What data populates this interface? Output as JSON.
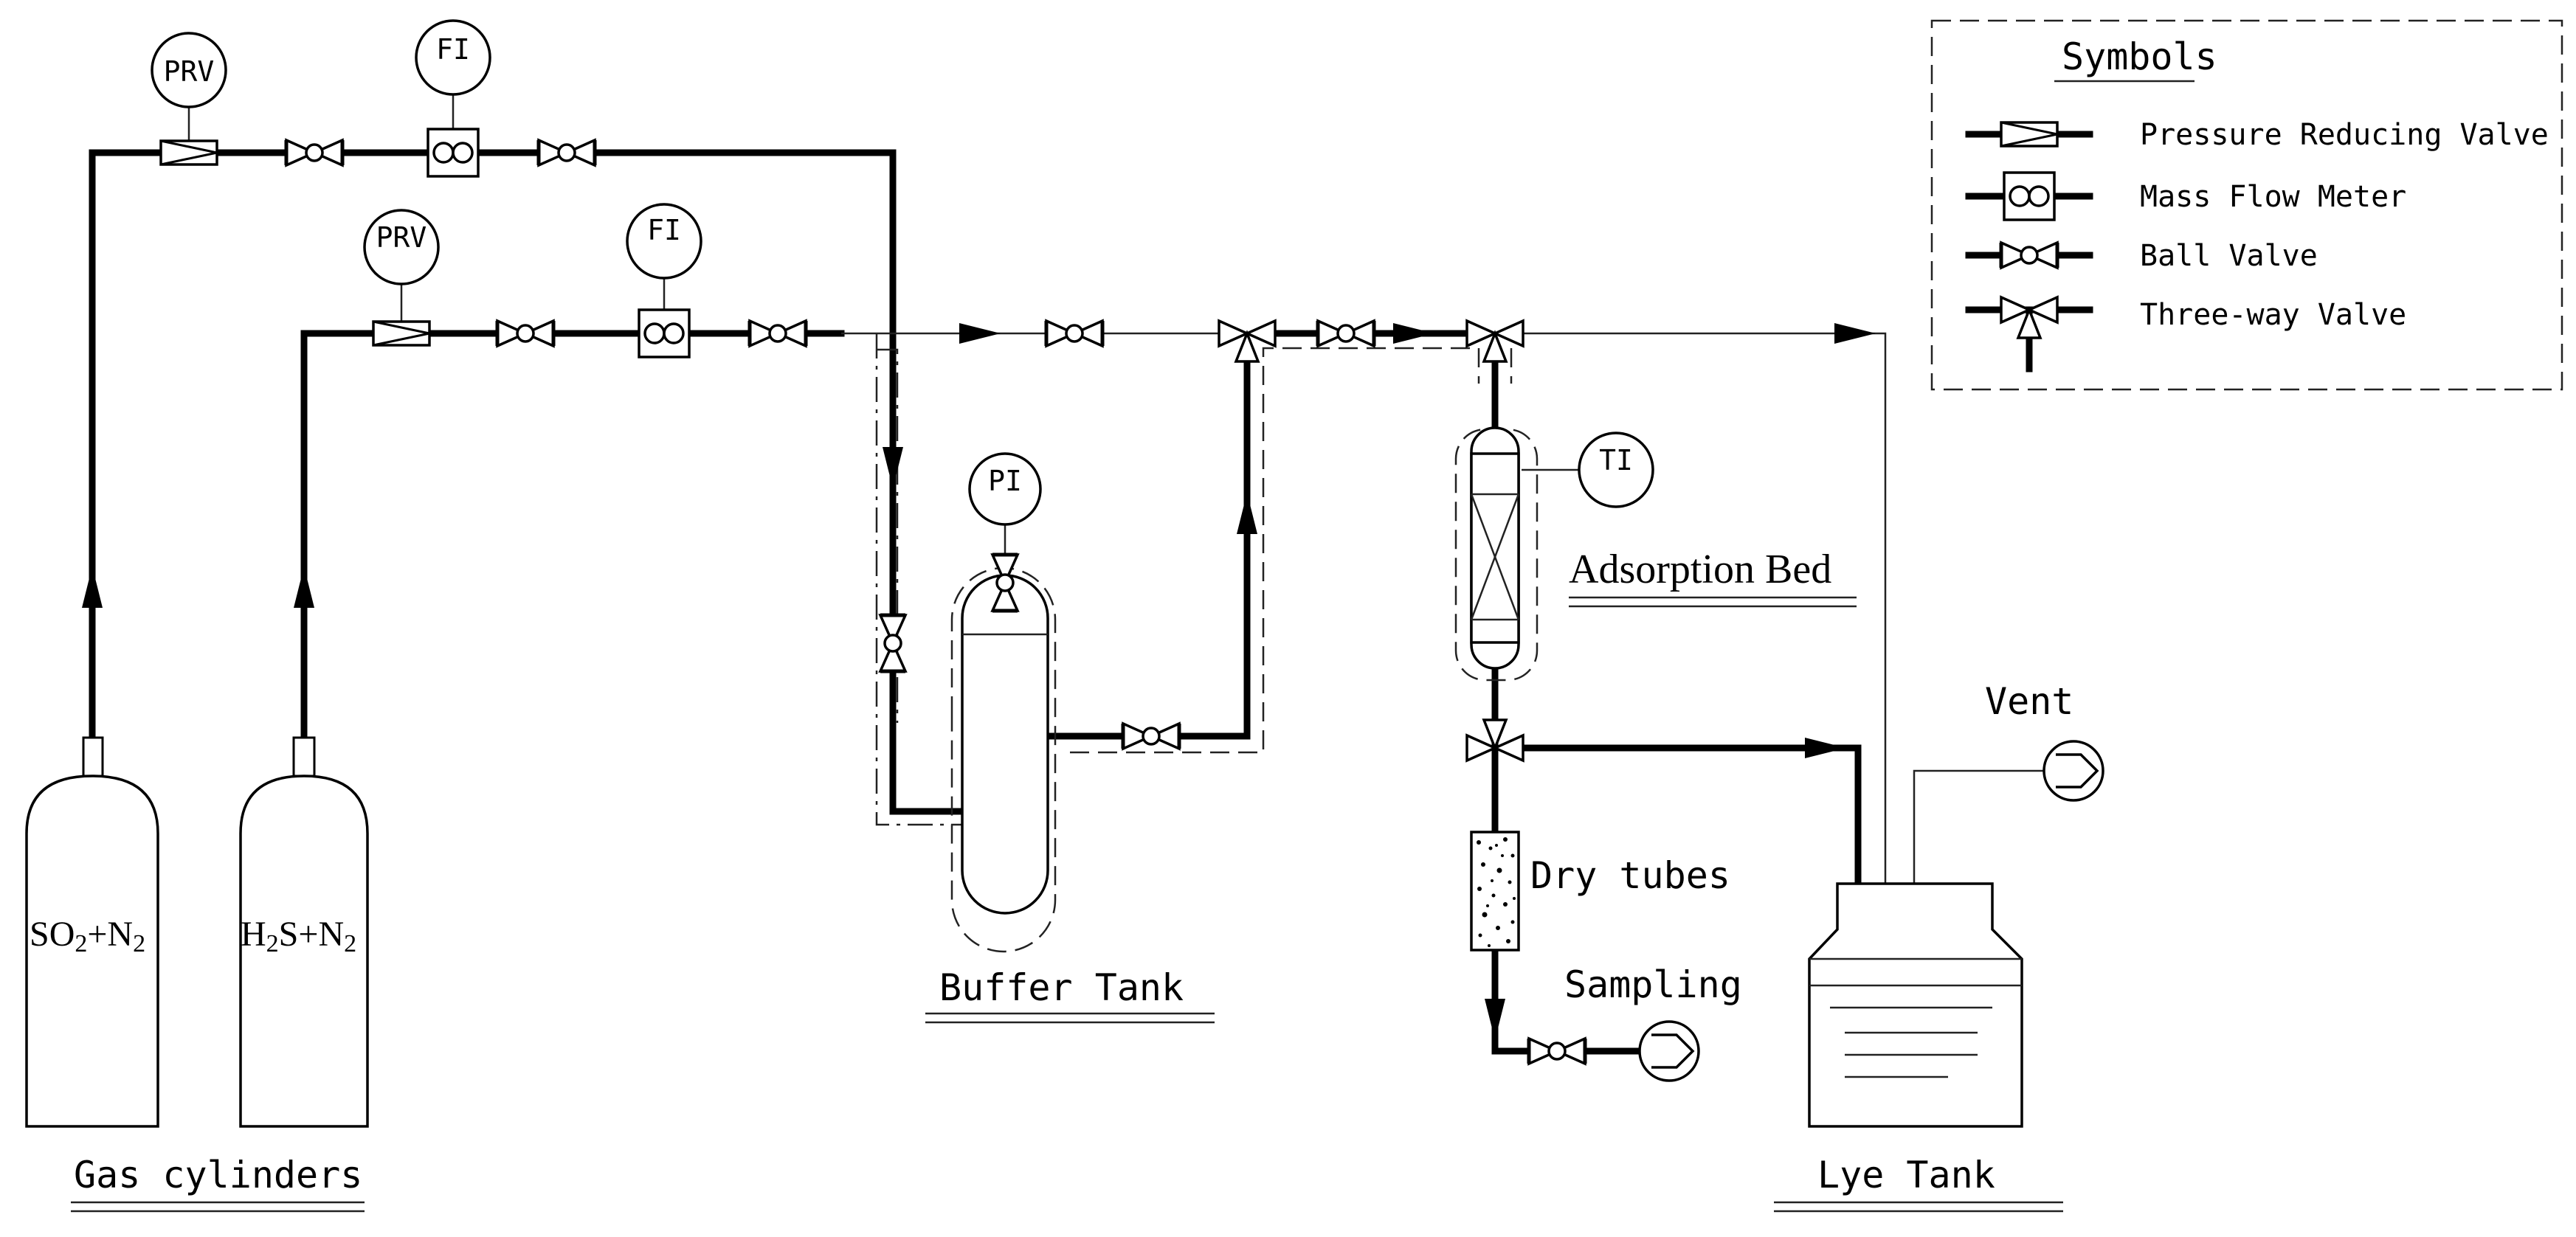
{
  "labels": {
    "gas_cylinders": "Gas cylinders",
    "buffer_tank": "Buffer Tank",
    "adsorption_bed": "Adsorption Bed",
    "lye_tank": "Lye Tank",
    "dry_tubes": "Dry tubes",
    "sampling": "Sampling",
    "vent": "Vent"
  },
  "cylinders": [
    {
      "label_main": "SO",
      "label_sub": "2",
      "label_rest": "+N",
      "label_sub2": "2"
    },
    {
      "label_main": "H",
      "label_sub": "2",
      "label_rest": "S+N",
      "label_sub2": "2"
    }
  ],
  "instruments": {
    "prv_top": "PRV",
    "fi_top": "FI",
    "prv_bottom": "PRV",
    "fi_bottom": "FI",
    "pi": "PI",
    "ti": "TI"
  },
  "legend": {
    "title": "Symbols",
    "items": [
      "Pressure Reducing Valve",
      "Mass Flow Meter",
      "Ball Valve",
      "Three-way Valve"
    ]
  },
  "icons": [
    "ball-valve-icon",
    "pressure-reducing-valve-icon",
    "mass-flow-meter-icon",
    "three-way-valve-icon",
    "pump-icon",
    "flow-arrow-icon"
  ]
}
